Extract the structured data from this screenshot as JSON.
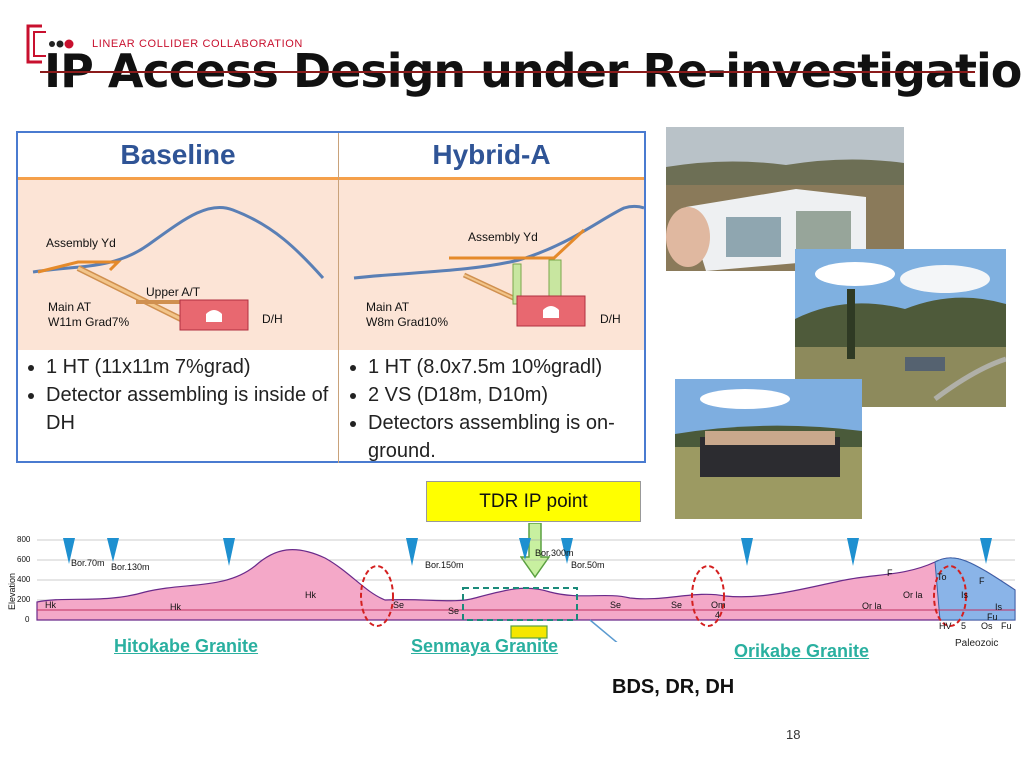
{
  "header": {
    "collaboration": "LINEAR COLLIDER COLLABORATION",
    "title": "IP Access Design under Re-investigation",
    "logo_icon": "lc-logo-icon"
  },
  "comparison": {
    "baseline": {
      "heading": "Baseline",
      "labels": {
        "assembly": "Assembly Yd",
        "upper": "Upper A/T",
        "main": "Main AT",
        "main_spec": "W11m Grad7%",
        "dh": "D/H"
      },
      "bullets": [
        "1 HT (11x11m 7%grad)",
        "Detector assembling is inside of DH"
      ]
    },
    "hybrid": {
      "heading": "Hybrid-A",
      "labels": {
        "assembly": "Assembly Yd",
        "main": "Main AT",
        "main_spec": "W8m Grad10%",
        "dh": "D/H"
      },
      "bullets": [
        "1 HT (8.0x7.5m 10%gradl)",
        "2 VS (D18m, D10m)",
        "Detectors assembling is on-ground."
      ]
    }
  },
  "callout": {
    "tdr": "TDR IP point",
    "bds": "BDS, DR, DH"
  },
  "profile": {
    "yaxis_label": "Elevation",
    "yticks": [
      "800",
      "600",
      "400",
      "200",
      "0"
    ],
    "bores": [
      "Bor.70m",
      "Bor.130m",
      "Bor.150m",
      "Bor.300m",
      "Bor.50m"
    ],
    "units": [
      "Hk",
      "Hk",
      "Hk",
      "Se",
      "Se",
      "Se",
      "Se",
      "Om",
      "Or la",
      "Or la",
      "To",
      "Is",
      "Is",
      "Fu",
      "F",
      "F",
      "4",
      "HV",
      "5",
      "Os",
      "Fu"
    ],
    "formations": {
      "hitokabe": "Hitokabe Granite",
      "senmaya": "Senmaya Granite",
      "orikabe": "Orikabe Granite",
      "paleozoic": "Paleozoic"
    }
  },
  "page_number": "18",
  "colors": {
    "accent_red": "#c8102e",
    "heading_blue": "#2f5496",
    "table_border": "#4a7bd0",
    "diagram_bg": "#fce4d6",
    "highlight_yellow": "#ffff00",
    "formation_teal": "#2ab0a0"
  }
}
